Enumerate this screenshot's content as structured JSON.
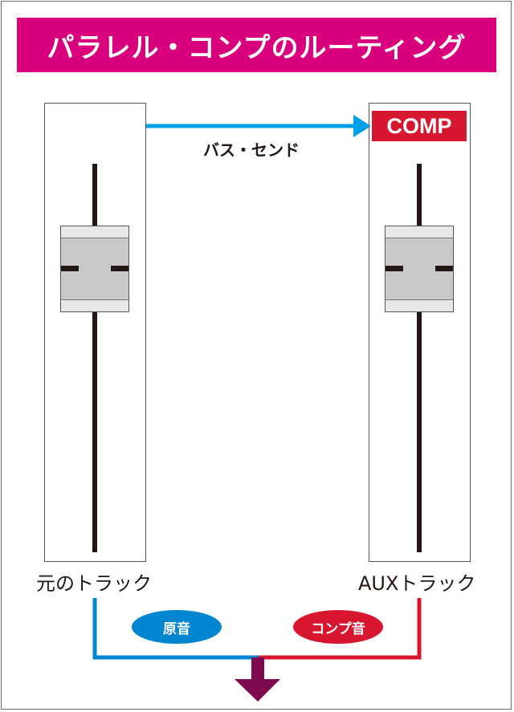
{
  "title": "パラレル・コンプのルーティング",
  "bus_send_label": "バス・センド",
  "comp_badge": "COMP",
  "tracks": {
    "original": "元のトラック",
    "aux": "AUXトラック"
  },
  "signals": {
    "dry": "原音",
    "compressed": "コンプ音"
  },
  "colors": {
    "title_bg": "#d9007e",
    "send_arrow": "#00a0e9",
    "comp_badge": "#d7172f",
    "dry_line": "#0085d0",
    "comp_line": "#d7172f",
    "output_arrow": "#7d0a4e"
  }
}
